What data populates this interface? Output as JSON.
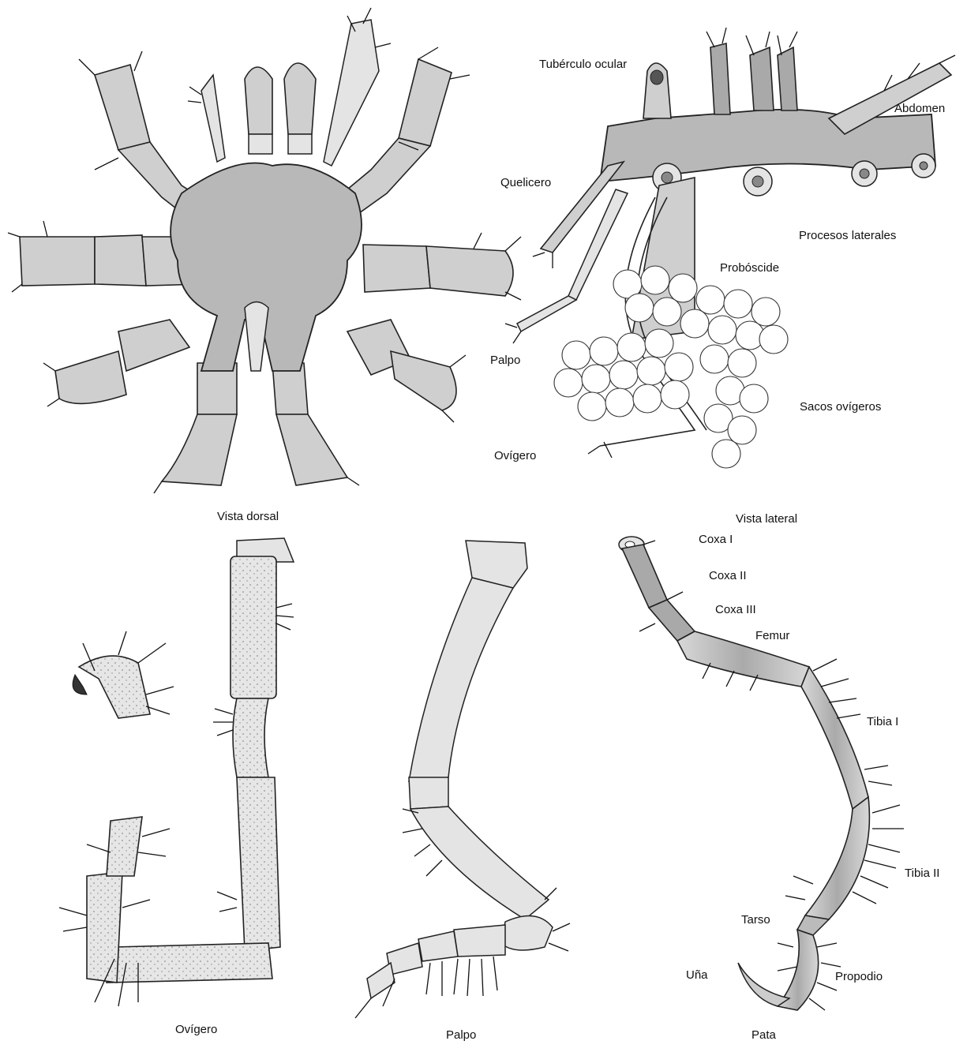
{
  "panels": {
    "dorsal": "Vista dorsal",
    "lateral": "Vista lateral",
    "ovigero": "Ovígero",
    "palpo": "Palpo",
    "pata": "Pata"
  },
  "lateral_labels": {
    "tuberculo": "Tubérculo ocular",
    "abdomen": "Abdomen",
    "quelicero": "Quelicero",
    "procesos": "Procesos laterales",
    "proboscide": "Probóscide",
    "palpo": "Palpo",
    "sacos": "Sacos ovígeros",
    "ovigero": "Ovígero"
  },
  "leg_labels": {
    "coxa1": "Coxa I",
    "coxa2": "Coxa II",
    "coxa3": "Coxa III",
    "femur": "Femur",
    "tibia1": "Tibia I",
    "tibia2": "Tibia II",
    "tarso": "Tarso",
    "una": "Uña",
    "propodio": "Propodio"
  }
}
